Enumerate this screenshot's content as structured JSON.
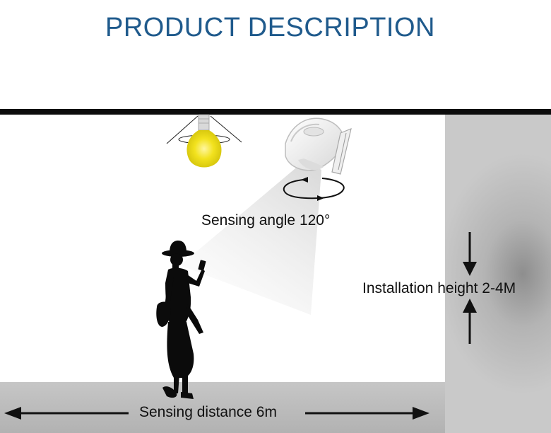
{
  "title": "PRODUCT DESCRIPTION",
  "labels": {
    "sensing_angle": "Sensing angle 120°",
    "installation_height": "Installation height 2-4M",
    "sensing_distance": "Sensing distance 6m"
  },
  "colors": {
    "title": "#1f5a8c",
    "bulb": "#f2e21e",
    "ceiling": "#0c0c0c",
    "wall": "#c2c2c2",
    "floor": "#bdbdbd"
  },
  "icons": [
    "light-bulb-icon",
    "motion-sensor-icon",
    "rotation-arrows-icon",
    "person-silhouette-icon",
    "arrow-icon"
  ]
}
